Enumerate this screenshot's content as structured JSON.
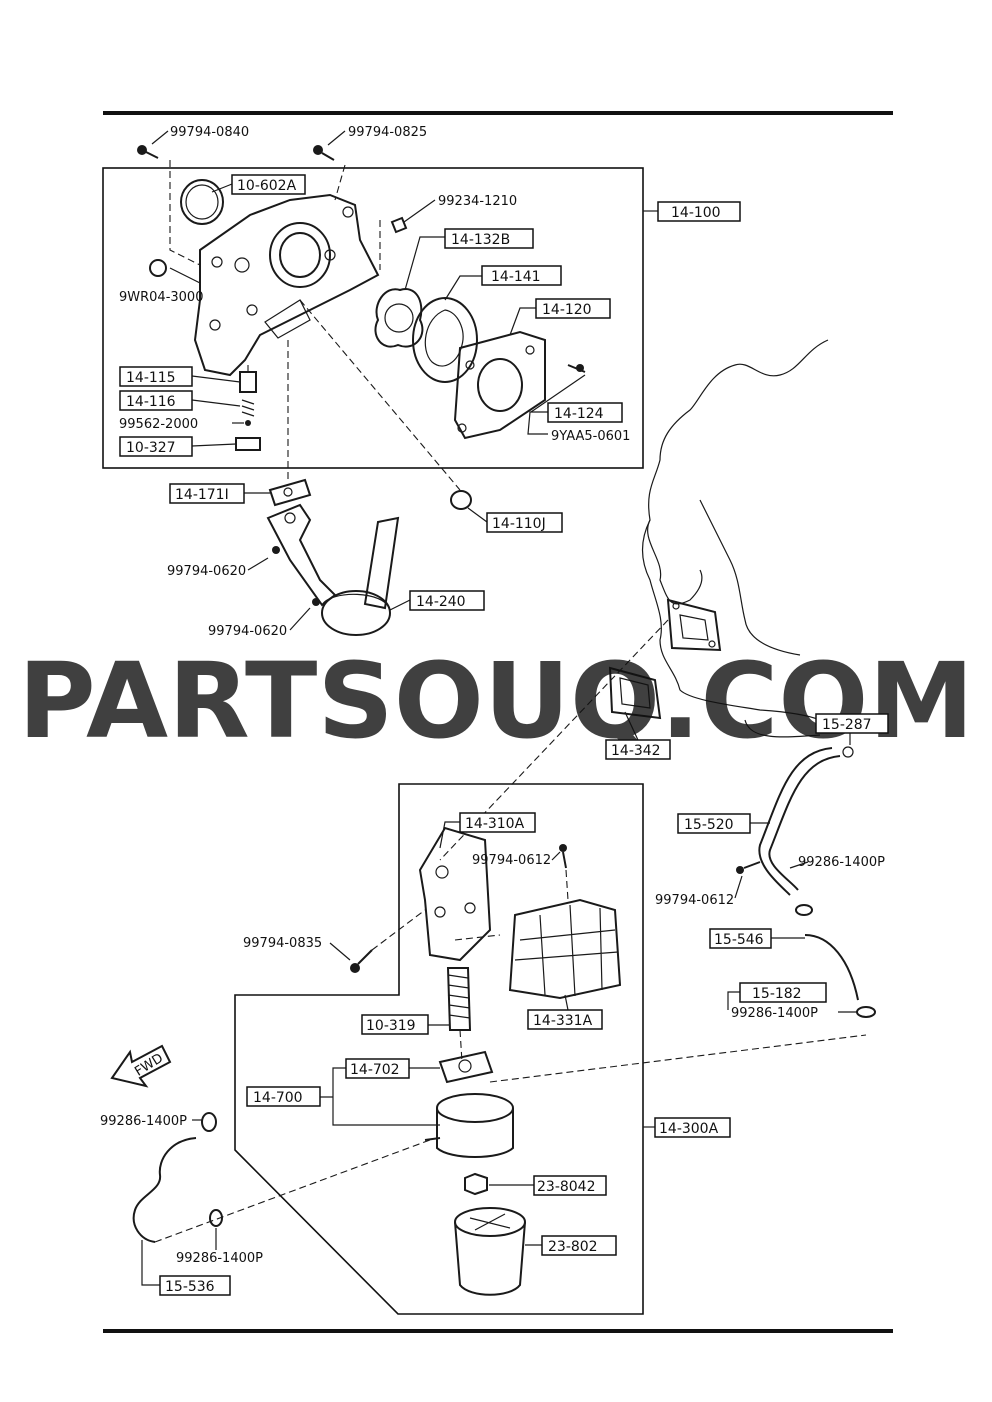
{
  "watermark": "PARTSOUQ.COM",
  "fwd_arrow": {
    "label": "FWD"
  },
  "colors": {
    "ink": "#1a1a1a",
    "watermark": "#c8c8c8",
    "background": "#ffffff"
  },
  "part_labels": {
    "p99794_0840": "99794-0840",
    "p99794_0825": "99794-0825",
    "p10_602A": "10-602A",
    "p99234_1210": "99234-1210",
    "p14_100": "14-100",
    "p14_132B": "14-132B",
    "p9WR04_3000": "9WR04-3000",
    "p14_141": "14-141",
    "p14_120": "14-120",
    "p14_115": "14-115",
    "p14_116": "14-116",
    "p99562_2000": "99562-2000",
    "p14_124": "14-124",
    "p9YAA5_0601": "9YAA5-0601",
    "p10_327": "10-327",
    "p14_171I": "14-171I",
    "p14_110J": "14-110J",
    "p99794_0620_a": "99794-0620",
    "p14_240": "14-240",
    "p99794_0620_b": "99794-0620",
    "p15_287": "15-287",
    "p14_342": "14-342",
    "p14_310A": "14-310A",
    "p99794_0612_a": "99794-0612",
    "p15_520": "15-520",
    "p99286_1400P_a": "99286-1400P",
    "p99794_0612_b": "99794-0612",
    "p99794_0835": "99794-0835",
    "p15_546": "15-546",
    "p15_182": "15-182",
    "p99286_1400P_b": "99286-1400P",
    "p10_319": "10-319",
    "p14_331A": "14-331A",
    "p14_702": "14-702",
    "p14_700": "14-700",
    "p99286_1400P_c": "99286-1400P",
    "p14_300A": "14-300A",
    "p23_8042": "23-8042",
    "p23_802": "23-802",
    "p99286_1400P_d": "99286-1400P",
    "p15_536": "15-536"
  }
}
